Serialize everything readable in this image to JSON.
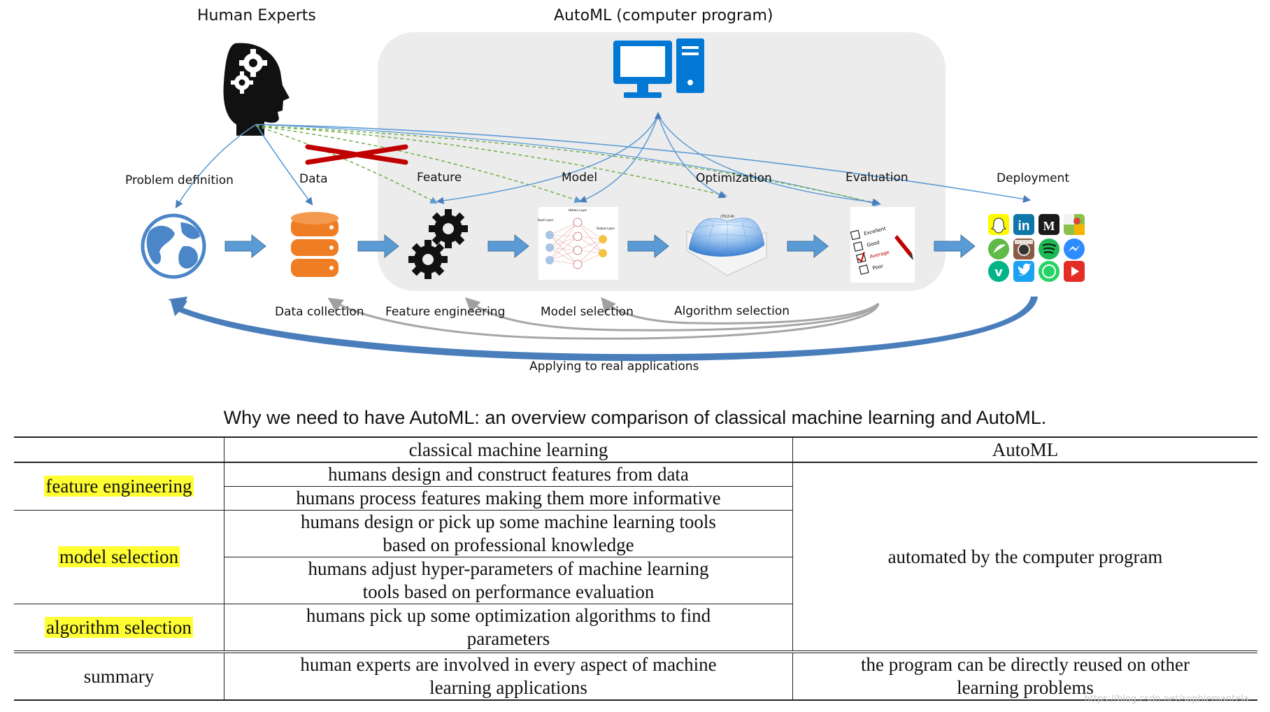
{
  "diagram": {
    "human_experts_label": "Human Experts",
    "automl_label": "AutoML (computer program)",
    "steps": {
      "problem_definition": "Problem definition",
      "data": "Data",
      "feature": "Feature",
      "model": "Model",
      "optimization": "Optimization",
      "evaluation": "Evaluation",
      "deployment": "Deployment"
    },
    "substeps": {
      "data_collection": "Data collection",
      "feature_engineering": "Feature engineering",
      "model_selection": "Model selection",
      "algorithm_selection": "Algorithm selection"
    },
    "feedback_label": "Applying to real applications",
    "evaluation_card": {
      "options": [
        "Excellent",
        "Good",
        "Average",
        "Poor"
      ],
      "checked": "Average"
    },
    "nn_card": {
      "input_layer": "Input Layer",
      "hidden_layer": "Hidden Layer",
      "output_layer": "Output Layer"
    },
    "surface_peak_label": "(70,0.4)",
    "colors": {
      "arrow_blue": "#4a7ebb",
      "block_arrow": "#5b9bd5",
      "green_dashed": "#70ad47",
      "cross_red": "#c00000",
      "automl_box": "#ececec",
      "computer_blue": "#0078d4",
      "database_orange": "#ef7d23",
      "highlight_yellow": "#ffff33"
    }
  },
  "caption": "Why we need to have AutoML: an overview comparison of classical machine learning and AutoML.",
  "table": {
    "headers": [
      "",
      "classical machine learning",
      "AutoML"
    ],
    "groups": {
      "feature_engineering": "feature engineering",
      "model_selection": "model selection",
      "algorithm_selection": "algorithm selection",
      "summary": "summary"
    },
    "classical": {
      "fe_1": "humans design and construct features from data",
      "fe_2": "humans process features making them more informative",
      "ms_1a": "humans design or pick up some machine learning tools",
      "ms_1b": "based on professional knowledge",
      "ms_2a": "humans adjust hyper-parameters of machine learning",
      "ms_2b": "tools based on performance evaluation",
      "as_1a": "humans pick up some optimization algorithms to find",
      "as_1b": "parameters",
      "summary_a": "human experts are involved in every aspect of machine",
      "summary_b": "learning applications"
    },
    "automl": {
      "automated": "automated by the computer program",
      "summary_a": "the program can be directly reused on other",
      "summary_b": "learning problems"
    }
  },
  "watermark": "https://blog.csdn.net/sophiemantela"
}
